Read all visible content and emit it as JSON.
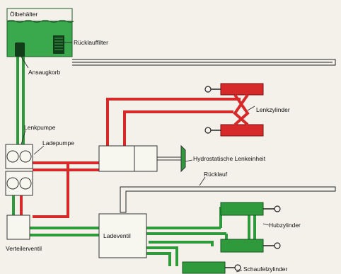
{
  "labels": {
    "tank": "Ölbehälter",
    "return_filter": "Rücklauffilter",
    "suction_strainer": "Ansaugkorb",
    "steering_pump": "Lenkpumpe",
    "loader_pump": "Ladepumpe",
    "steering_cylinder": "Lenkzylinder",
    "hydrostatic_steering_unit": "Hydrostatische Lenkeinheit",
    "return_line": "Rücklauf",
    "distributor_valve": "Verteilerventil",
    "loader_valve": "Ladeventil",
    "lift_cylinder": "Hubzylinder",
    "bucket_cylinder": "Schaufelzylinder"
  },
  "colors": {
    "pressure_line": "#d62a2a",
    "working_line": "#2e9a3c",
    "oil_tank": "#3aa84c",
    "return_line": "#222222",
    "background": "#f3f1ea"
  }
}
